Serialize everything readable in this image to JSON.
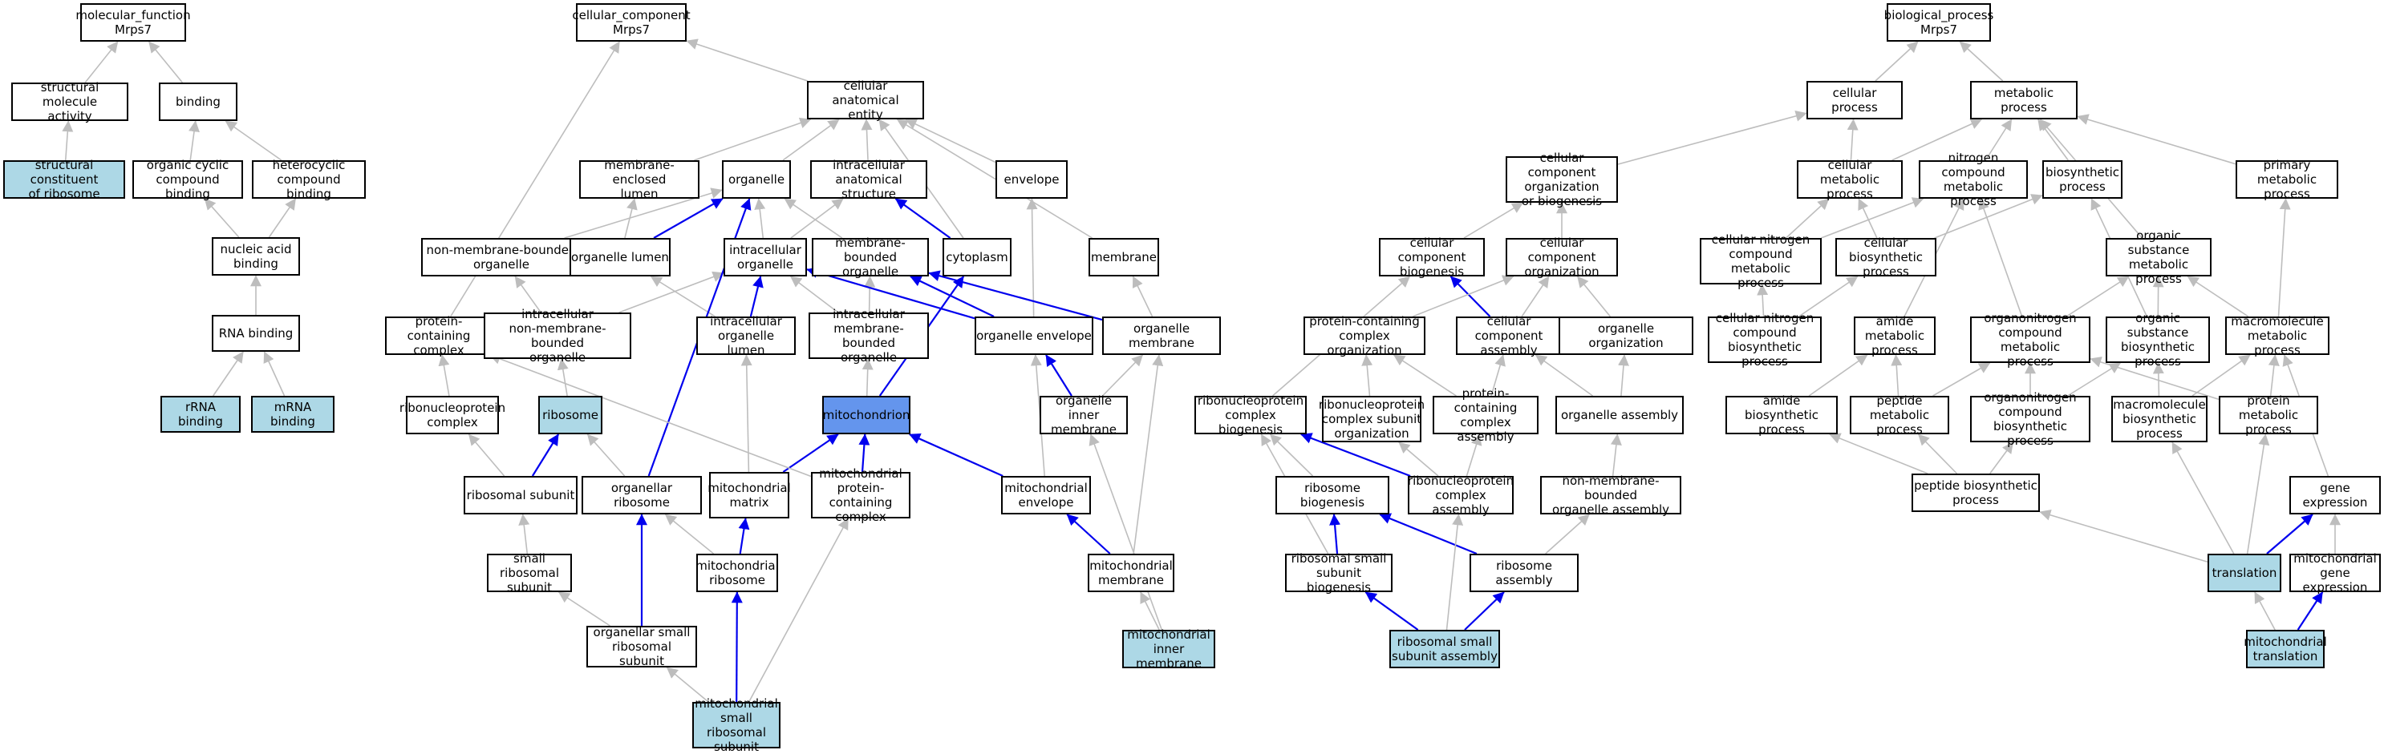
{
  "colors": {
    "annotated": "#add8e6",
    "highlight": "#6495ed",
    "edge_gray": "#bdbdbd",
    "edge_blue": "#0000ee",
    "border": "#000000"
  },
  "nodes": [
    {
      "id": "mf_root",
      "label": "molecular_function\nMrps7",
      "style": "plain"
    },
    {
      "id": "struct_mol",
      "label": "structural molecule\nactivity",
      "style": "plain"
    },
    {
      "id": "struct_const",
      "label": "structural constituent\nof ribosome",
      "style": "annotated"
    },
    {
      "id": "binding",
      "label": "binding",
      "style": "plain"
    },
    {
      "id": "org_cyclic",
      "label": "organic cyclic\ncompound binding",
      "style": "plain"
    },
    {
      "id": "hetero",
      "label": "heterocyclic\ncompound binding",
      "style": "plain"
    },
    {
      "id": "nucleic",
      "label": "nucleic acid\nbinding",
      "style": "plain"
    },
    {
      "id": "rna_b",
      "label": "RNA binding",
      "style": "plain"
    },
    {
      "id": "rrna_b",
      "label": "rRNA binding",
      "style": "annotated"
    },
    {
      "id": "mrna_b",
      "label": "mRNA binding",
      "style": "annotated"
    },
    {
      "id": "cc_root",
      "label": "cellular_component\nMrps7",
      "style": "plain"
    },
    {
      "id": "cae",
      "label": "cellular anatomical\nentity",
      "style": "plain"
    },
    {
      "id": "mem_lumen",
      "label": "membrane-enclosed\nlumen",
      "style": "plain"
    },
    {
      "id": "organelle",
      "label": "organelle",
      "style": "plain"
    },
    {
      "id": "ias",
      "label": "intracellular\nanatomical structure",
      "style": "plain"
    },
    {
      "id": "envelope",
      "label": "envelope",
      "style": "plain"
    },
    {
      "id": "nmbo",
      "label": "non-membrane-bounded\norganelle",
      "style": "plain"
    },
    {
      "id": "org_lumen",
      "label": "organelle lumen",
      "style": "plain"
    },
    {
      "id": "ico",
      "label": "intracellular\norganelle",
      "style": "plain"
    },
    {
      "id": "mbo",
      "label": "membrane-bounded\norganelle",
      "style": "plain"
    },
    {
      "id": "cytoplasm",
      "label": "cytoplasm",
      "style": "plain"
    },
    {
      "id": "membrane",
      "label": "membrane",
      "style": "plain"
    },
    {
      "id": "pcc",
      "label": "protein-containing\ncomplex",
      "style": "plain"
    },
    {
      "id": "inmbo",
      "label": "intracellular\nnon-membrane-bounded\norganelle",
      "style": "plain"
    },
    {
      "id": "ic_lumen",
      "label": "intracellular\norganelle lumen",
      "style": "plain"
    },
    {
      "id": "imbo",
      "label": "intracellular\nmembrane-bounded\norganelle",
      "style": "plain"
    },
    {
      "id": "org_env",
      "label": "organelle envelope",
      "style": "plain"
    },
    {
      "id": "org_mem",
      "label": "organelle membrane",
      "style": "plain"
    },
    {
      "id": "rnp",
      "label": "ribonucleoprotein\ncomplex",
      "style": "plain"
    },
    {
      "id": "ribosome",
      "label": "ribosome",
      "style": "annotated"
    },
    {
      "id": "mito",
      "label": "mitochondrion",
      "style": "highlight"
    },
    {
      "id": "oim",
      "label": "organelle inner\nmembrane",
      "style": "plain"
    },
    {
      "id": "rsub",
      "label": "ribosomal subunit",
      "style": "plain"
    },
    {
      "id": "orgrib",
      "label": "organellar ribosome",
      "style": "plain"
    },
    {
      "id": "mmatrix",
      "label": "mitochondrial\nmatrix",
      "style": "plain"
    },
    {
      "id": "mpcc",
      "label": "mitochondrial\nprotein-containing\ncomplex",
      "style": "plain"
    },
    {
      "id": "menv",
      "label": "mitochondrial\nenvelope",
      "style": "plain"
    },
    {
      "id": "srs",
      "label": "small ribosomal\nsubunit",
      "style": "plain"
    },
    {
      "id": "mrib",
      "label": "mitochondrial\nribosome",
      "style": "plain"
    },
    {
      "id": "mmem",
      "label": "mitochondrial\nmembrane",
      "style": "plain"
    },
    {
      "id": "osrs",
      "label": "organellar small\nribosomal subunit",
      "style": "plain"
    },
    {
      "id": "mim",
      "label": "mitochondrial\ninner membrane",
      "style": "annotated"
    },
    {
      "id": "msrs",
      "label": "mitochondrial\nsmall ribosomal\nsubunit",
      "style": "annotated"
    },
    {
      "id": "ccob",
      "label": "cellular component\norganization\nor biogenesis",
      "style": "plain"
    },
    {
      "id": "ccbio",
      "label": "cellular component\nbiogenesis",
      "style": "plain"
    },
    {
      "id": "ccorg",
      "label": "cellular component\norganization",
      "style": "plain"
    },
    {
      "id": "pcco",
      "label": "protein-containing\ncomplex organization",
      "style": "plain"
    },
    {
      "id": "cca",
      "label": "cellular component\nassembly",
      "style": "plain"
    },
    {
      "id": "orgorg",
      "label": "organelle organization",
      "style": "plain"
    },
    {
      "id": "rnpcb",
      "label": "ribonucleoprotein\ncomplex biogenesis",
      "style": "plain"
    },
    {
      "id": "rnpcso",
      "label": "ribonucleoprotein\ncomplex subunit\norganization",
      "style": "plain"
    },
    {
      "id": "pcca",
      "label": "protein-containing\ncomplex assembly",
      "style": "plain"
    },
    {
      "id": "orgasm",
      "label": "organelle assembly",
      "style": "plain"
    },
    {
      "id": "ribbio",
      "label": "ribosome biogenesis",
      "style": "plain"
    },
    {
      "id": "rnpca",
      "label": "ribonucleoprotein\ncomplex assembly",
      "style": "plain"
    },
    {
      "id": "nmboa",
      "label": "non-membrane-bounded\norganelle assembly",
      "style": "plain"
    },
    {
      "id": "rssb",
      "label": "ribosomal small\nsubunit biogenesis",
      "style": "plain"
    },
    {
      "id": "ribasm",
      "label": "ribosome assembly",
      "style": "plain"
    },
    {
      "id": "rssa",
      "label": "ribosomal small\nsubunit assembly",
      "style": "annotated"
    },
    {
      "id": "bp_root",
      "label": "biological_process\nMrps7",
      "style": "plain"
    },
    {
      "id": "cellproc",
      "label": "cellular process",
      "style": "plain"
    },
    {
      "id": "metproc",
      "label": "metabolic process",
      "style": "plain"
    },
    {
      "id": "cmp",
      "label": "cellular metabolic\nprocess",
      "style": "plain"
    },
    {
      "id": "ncmp",
      "label": "nitrogen compound\nmetabolic process",
      "style": "plain"
    },
    {
      "id": "biosyn",
      "label": "biosynthetic\nprocess",
      "style": "plain"
    },
    {
      "id": "pmp",
      "label": "primary metabolic\nprocess",
      "style": "plain"
    },
    {
      "id": "cncmp",
      "label": "cellular nitrogen\ncompound metabolic\nprocess",
      "style": "plain"
    },
    {
      "id": "cbp",
      "label": "cellular biosynthetic\nprocess",
      "style": "plain"
    },
    {
      "id": "osmp",
      "label": "organic substance\nmetabolic process",
      "style": "plain"
    },
    {
      "id": "cncbp",
      "label": "cellular nitrogen\ncompound biosynthetic\nprocess",
      "style": "plain"
    },
    {
      "id": "amp",
      "label": "amide metabolic\nprocess",
      "style": "plain"
    },
    {
      "id": "oncmp",
      "label": "organonitrogen\ncompound metabolic\nprocess",
      "style": "plain"
    },
    {
      "id": "osbp",
      "label": "organic substance\nbiosynthetic\nprocess",
      "style": "plain"
    },
    {
      "id": "mmp",
      "label": "macromolecule\nmetabolic process",
      "style": "plain"
    },
    {
      "id": "abp",
      "label": "amide biosynthetic\nprocess",
      "style": "plain"
    },
    {
      "id": "pepmp",
      "label": "peptide metabolic\nprocess",
      "style": "plain"
    },
    {
      "id": "oncbp",
      "label": "organonitrogen\ncompound biosynthetic\nprocess",
      "style": "plain"
    },
    {
      "id": "mbp",
      "label": "macromolecule\nbiosynthetic\nprocess",
      "style": "plain"
    },
    {
      "id": "protmp",
      "label": "protein metabolic\nprocess",
      "style": "plain"
    },
    {
      "id": "pepbp",
      "label": "peptide biosynthetic\nprocess",
      "style": "plain"
    },
    {
      "id": "geneexp",
      "label": "gene expression",
      "style": "plain"
    },
    {
      "id": "transl",
      "label": "translation",
      "style": "annotated"
    },
    {
      "id": "mge",
      "label": "mitochondrial\ngene expression",
      "style": "plain"
    },
    {
      "id": "mtrans",
      "label": "mitochondrial\ntranslation",
      "style": "annotated"
    }
  ],
  "edges": [
    {
      "from": "struct_mol",
      "to": "mf_root",
      "color": "gray"
    },
    {
      "from": "binding",
      "to": "mf_root",
      "color": "gray"
    },
    {
      "from": "struct_const",
      "to": "struct_mol",
      "color": "gray"
    },
    {
      "from": "org_cyclic",
      "to": "binding",
      "color": "gray"
    },
    {
      "from": "hetero",
      "to": "binding",
      "color": "gray"
    },
    {
      "from": "nucleic",
      "to": "org_cyclic",
      "color": "gray"
    },
    {
      "from": "nucleic",
      "to": "hetero",
      "color": "gray"
    },
    {
      "from": "rna_b",
      "to": "nucleic",
      "color": "gray"
    },
    {
      "from": "rrna_b",
      "to": "rna_b",
      "color": "gray"
    },
    {
      "from": "mrna_b",
      "to": "rna_b",
      "color": "gray"
    },
    {
      "from": "cae",
      "to": "cc_root",
      "color": "gray"
    },
    {
      "from": "pcc",
      "to": "cc_root",
      "color": "gray"
    },
    {
      "from": "mem_lumen",
      "to": "cae",
      "color": "gray"
    },
    {
      "from": "organelle",
      "to": "cae",
      "color": "gray"
    },
    {
      "from": "ias",
      "to": "cae",
      "color": "gray"
    },
    {
      "from": "envelope",
      "to": "cae",
      "color": "gray"
    },
    {
      "from": "membrane",
      "to": "cae",
      "color": "gray"
    },
    {
      "from": "cytoplasm",
      "to": "cae",
      "color": "gray"
    },
    {
      "from": "nmbo",
      "to": "organelle",
      "color": "gray"
    },
    {
      "from": "org_lumen",
      "to": "mem_lumen",
      "color": "gray"
    },
    {
      "from": "org_lumen",
      "to": "organelle",
      "color": "blue"
    },
    {
      "from": "ico",
      "to": "organelle",
      "color": "gray"
    },
    {
      "from": "ico",
      "to": "ias",
      "color": "gray"
    },
    {
      "from": "mbo",
      "to": "organelle",
      "color": "gray"
    },
    {
      "from": "cytoplasm",
      "to": "ias",
      "color": "blue"
    },
    {
      "from": "org_env",
      "to": "envelope",
      "color": "gray"
    },
    {
      "from": "org_mem",
      "to": "membrane",
      "color": "gray"
    },
    {
      "from": "inmbo",
      "to": "nmbo",
      "color": "gray"
    },
    {
      "from": "inmbo",
      "to": "ico",
      "color": "gray"
    },
    {
      "from": "ic_lumen",
      "to": "org_lumen",
      "color": "gray"
    },
    {
      "from": "ic_lumen",
      "to": "ico",
      "color": "blue"
    },
    {
      "from": "imbo",
      "to": "mbo",
      "color": "gray"
    },
    {
      "from": "imbo",
      "to": "ico",
      "color": "gray"
    },
    {
      "from": "org_env",
      "to": "ico",
      "color": "blue"
    },
    {
      "from": "org_env",
      "to": "mbo",
      "color": "blue"
    },
    {
      "from": "org_mem",
      "to": "mbo",
      "color": "blue"
    },
    {
      "from": "rnp",
      "to": "pcc",
      "color": "gray"
    },
    {
      "from": "ribosome",
      "to": "inmbo",
      "color": "gray"
    },
    {
      "from": "mito",
      "to": "imbo",
      "color": "gray"
    },
    {
      "from": "mito",
      "to": "cytoplasm",
      "color": "blue"
    },
    {
      "from": "oim",
      "to": "org_env",
      "color": "blue"
    },
    {
      "from": "oim",
      "to": "org_mem",
      "color": "gray"
    },
    {
      "from": "rsub",
      "to": "rnp",
      "color": "gray"
    },
    {
      "from": "rsub",
      "to": "ribosome",
      "color": "blue"
    },
    {
      "from": "orgrib",
      "to": "ribosome",
      "color": "gray"
    },
    {
      "from": "orgrib",
      "to": "organelle",
      "color": "blue"
    },
    {
      "from": "mmatrix",
      "to": "mito",
      "color": "blue"
    },
    {
      "from": "mmatrix",
      "to": "ic_lumen",
      "color": "gray"
    },
    {
      "from": "mpcc",
      "to": "mito",
      "color": "blue"
    },
    {
      "from": "mpcc",
      "to": "pcc",
      "color": "gray"
    },
    {
      "from": "menv",
      "to": "mito",
      "color": "blue"
    },
    {
      "from": "menv",
      "to": "org_env",
      "color": "gray"
    },
    {
      "from": "srs",
      "to": "rsub",
      "color": "gray"
    },
    {
      "from": "mrib",
      "to": "mmatrix",
      "color": "blue"
    },
    {
      "from": "mrib",
      "to": "orgrib",
      "color": "gray"
    },
    {
      "from": "mmem",
      "to": "menv",
      "color": "blue"
    },
    {
      "from": "mmem",
      "to": "org_mem",
      "color": "gray"
    },
    {
      "from": "osrs",
      "to": "srs",
      "color": "gray"
    },
    {
      "from": "osrs",
      "to": "orgrib",
      "color": "blue"
    },
    {
      "from": "mim",
      "to": "mmem",
      "color": "gray"
    },
    {
      "from": "mim",
      "to": "oim",
      "color": "gray"
    },
    {
      "from": "msrs",
      "to": "osrs",
      "color": "gray"
    },
    {
      "from": "msrs",
      "to": "mrib",
      "color": "blue"
    },
    {
      "from": "msrs",
      "to": "mpcc",
      "color": "gray"
    },
    {
      "from": "cellproc",
      "to": "bp_root",
      "color": "gray"
    },
    {
      "from": "metproc",
      "to": "bp_root",
      "color": "gray"
    },
    {
      "from": "ccob",
      "to": "cellproc",
      "color": "gray"
    },
    {
      "from": "ccbio",
      "to": "ccob",
      "color": "gray"
    },
    {
      "from": "ccorg",
      "to": "ccob",
      "color": "gray"
    },
    {
      "from": "cca",
      "to": "ccbio",
      "color": "blue"
    },
    {
      "from": "cca",
      "to": "ccorg",
      "color": "gray"
    },
    {
      "from": "pcco",
      "to": "ccorg",
      "color": "gray"
    },
    {
      "from": "orgorg",
      "to": "ccorg",
      "color": "gray"
    },
    {
      "from": "rnpcb",
      "to": "ccbio",
      "color": "gray"
    },
    {
      "from": "rnpcso",
      "to": "pcco",
      "color": "gray"
    },
    {
      "from": "pcca",
      "to": "cca",
      "color": "gray"
    },
    {
      "from": "pcca",
      "to": "pcco",
      "color": "gray"
    },
    {
      "from": "orgasm",
      "to": "cca",
      "color": "gray"
    },
    {
      "from": "orgasm",
      "to": "orgorg",
      "color": "gray"
    },
    {
      "from": "ribbio",
      "to": "rnpcb",
      "color": "gray"
    },
    {
      "from": "rnpca",
      "to": "rnpcb",
      "color": "blue"
    },
    {
      "from": "rnpca",
      "to": "rnpcso",
      "color": "gray"
    },
    {
      "from": "rnpca",
      "to": "pcca",
      "color": "gray"
    },
    {
      "from": "nmboa",
      "to": "orgasm",
      "color": "gray"
    },
    {
      "from": "rssb",
      "to": "ribbio",
      "color": "blue"
    },
    {
      "from": "rssb",
      "to": "rnpcb",
      "color": "gray"
    },
    {
      "from": "ribasm",
      "to": "ribbio",
      "color": "blue"
    },
    {
      "from": "ribasm",
      "to": "nmboa",
      "color": "gray"
    },
    {
      "from": "rssa",
      "to": "rssb",
      "color": "blue"
    },
    {
      "from": "rssa",
      "to": "ribasm",
      "color": "blue"
    },
    {
      "from": "rssa",
      "to": "rnpca",
      "color": "gray"
    },
    {
      "from": "cmp",
      "to": "cellproc",
      "color": "gray"
    },
    {
      "from": "cmp",
      "to": "metproc",
      "color": "gray"
    },
    {
      "from": "ncmp",
      "to": "metproc",
      "color": "gray"
    },
    {
      "from": "biosyn",
      "to": "metproc",
      "color": "gray"
    },
    {
      "from": "pmp",
      "to": "metproc",
      "color": "gray"
    },
    {
      "from": "osmp",
      "to": "metproc",
      "color": "gray"
    },
    {
      "from": "cncmp",
      "to": "cmp",
      "color": "gray"
    },
    {
      "from": "cncmp",
      "to": "ncmp",
      "color": "gray"
    },
    {
      "from": "cbp",
      "to": "cmp",
      "color": "gray"
    },
    {
      "from": "cbp",
      "to": "biosyn",
      "color": "gray"
    },
    {
      "from": "cncbp",
      "to": "cncmp",
      "color": "gray"
    },
    {
      "from": "cncbp",
      "to": "cbp",
      "color": "gray"
    },
    {
      "from": "amp",
      "to": "ncmp",
      "color": "gray"
    },
    {
      "from": "oncmp",
      "to": "ncmp",
      "color": "gray"
    },
    {
      "from": "oncmp",
      "to": "osmp",
      "color": "gray"
    },
    {
      "from": "osbp",
      "to": "osmp",
      "color": "gray"
    },
    {
      "from": "osbp",
      "to": "biosyn",
      "color": "gray"
    },
    {
      "from": "mmp",
      "to": "osmp",
      "color": "gray"
    },
    {
      "from": "mmp",
      "to": "pmp",
      "color": "gray"
    },
    {
      "from": "abp",
      "to": "amp",
      "color": "gray"
    },
    {
      "from": "pepmp",
      "to": "amp",
      "color": "gray"
    },
    {
      "from": "pepmp",
      "to": "oncmp",
      "color": "gray"
    },
    {
      "from": "oncbp",
      "to": "oncmp",
      "color": "gray"
    },
    {
      "from": "oncbp",
      "to": "osbp",
      "color": "gray"
    },
    {
      "from": "mbp",
      "to": "mmp",
      "color": "gray"
    },
    {
      "from": "mbp",
      "to": "osbp",
      "color": "gray"
    },
    {
      "from": "protmp",
      "to": "mmp",
      "color": "gray"
    },
    {
      "from": "protmp",
      "to": "oncmp",
      "color": "gray"
    },
    {
      "from": "pepbp",
      "to": "abp",
      "color": "gray"
    },
    {
      "from": "pepbp",
      "to": "pepmp",
      "color": "gray"
    },
    {
      "from": "pepbp",
      "to": "oncbp",
      "color": "gray"
    },
    {
      "from": "geneexp",
      "to": "mmp",
      "color": "gray"
    },
    {
      "from": "transl",
      "to": "pepbp",
      "color": "gray"
    },
    {
      "from": "transl",
      "to": "mbp",
      "color": "gray"
    },
    {
      "from": "transl",
      "to": "protmp",
      "color": "gray"
    },
    {
      "from": "transl",
      "to": "geneexp",
      "color": "blue"
    },
    {
      "from": "mge",
      "to": "geneexp",
      "color": "gray"
    },
    {
      "from": "mtrans",
      "to": "transl",
      "color": "gray"
    },
    {
      "from": "mtrans",
      "to": "mge",
      "color": "blue"
    }
  ]
}
